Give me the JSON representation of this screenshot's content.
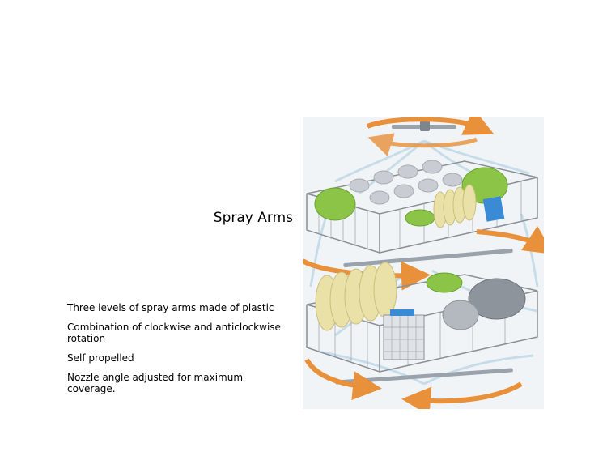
{
  "slide": {
    "title": "Spray Arms",
    "bullets": [
      "Three levels of spray arms made of plastic",
      "Combination of clockwise and anticlockwise rotation",
      "Self propelled",
      "Nozzle angle adjusted for maximum coverage."
    ]
  },
  "figure": {
    "subject": "dishwasher-racks-with-spray-arms-illustration",
    "colors": {
      "background": "#f1f4f6",
      "rotation_arrow": "#e8903a",
      "spray_jets": "#c2dbe8",
      "rack_wire": "#8a8f96",
      "plate_green": "#8cc447",
      "plate_cream": "#e9e1a8",
      "glass_gray": "#c9cdd3",
      "tray_blue": "#3b8ad6"
    }
  }
}
